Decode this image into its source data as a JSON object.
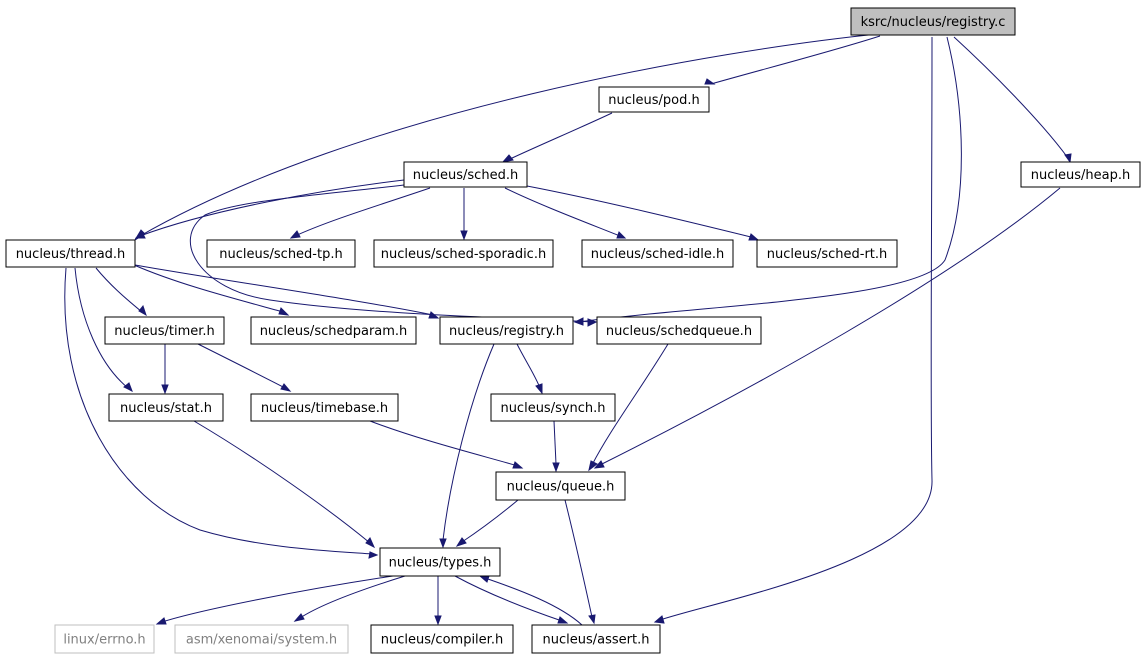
{
  "graph": {
    "title": "ksrc/nucleus/registry.c",
    "nodes": [
      {
        "id": "registry_c",
        "label": "ksrc/nucleus/registry.c"
      },
      {
        "id": "pod_h",
        "label": "nucleus/pod.h"
      },
      {
        "id": "sched_h",
        "label": "nucleus/sched.h"
      },
      {
        "id": "heap_h",
        "label": "nucleus/heap.h"
      },
      {
        "id": "thread_h",
        "label": "nucleus/thread.h"
      },
      {
        "id": "sched_tp_h",
        "label": "nucleus/sched-tp.h"
      },
      {
        "id": "sched_sporadic_h",
        "label": "nucleus/sched-sporadic.h"
      },
      {
        "id": "sched_idle_h",
        "label": "nucleus/sched-idle.h"
      },
      {
        "id": "sched_rt_h",
        "label": "nucleus/sched-rt.h"
      },
      {
        "id": "timer_h",
        "label": "nucleus/timer.h"
      },
      {
        "id": "schedparam_h",
        "label": "nucleus/schedparam.h"
      },
      {
        "id": "registry_h",
        "label": "nucleus/registry.h"
      },
      {
        "id": "schedqueue_h",
        "label": "nucleus/schedqueue.h"
      },
      {
        "id": "stat_h",
        "label": "nucleus/stat.h"
      },
      {
        "id": "timebase_h",
        "label": "nucleus/timebase.h"
      },
      {
        "id": "synch_h",
        "label": "nucleus/synch.h"
      },
      {
        "id": "queue_h",
        "label": "nucleus/queue.h"
      },
      {
        "id": "types_h",
        "label": "nucleus/types.h"
      },
      {
        "id": "errno_h",
        "label": "linux/errno.h"
      },
      {
        "id": "system_h",
        "label": "asm/xenomai/system.h"
      },
      {
        "id": "compiler_h",
        "label": "nucleus/compiler.h"
      },
      {
        "id": "assert_h",
        "label": "nucleus/assert.h"
      }
    ],
    "edges": [
      {
        "from": "registry_c",
        "to": "pod_h"
      },
      {
        "from": "registry_c",
        "to": "thread_h"
      },
      {
        "from": "registry_c",
        "to": "heap_h"
      },
      {
        "from": "registry_c",
        "to": "registry_h"
      },
      {
        "from": "registry_c",
        "to": "assert_h"
      },
      {
        "from": "pod_h",
        "to": "sched_h"
      },
      {
        "from": "sched_h",
        "to": "thread_h"
      },
      {
        "from": "sched_h",
        "to": "sched_tp_h"
      },
      {
        "from": "sched_h",
        "to": "sched_sporadic_h"
      },
      {
        "from": "sched_h",
        "to": "sched_idle_h"
      },
      {
        "from": "sched_h",
        "to": "sched_rt_h"
      },
      {
        "from": "sched_h",
        "to": "schedqueue_h"
      },
      {
        "from": "heap_h",
        "to": "queue_h"
      },
      {
        "from": "thread_h",
        "to": "timer_h"
      },
      {
        "from": "thread_h",
        "to": "schedparam_h"
      },
      {
        "from": "thread_h",
        "to": "registry_h"
      },
      {
        "from": "thread_h",
        "to": "stat_h"
      },
      {
        "from": "thread_h",
        "to": "types_h"
      },
      {
        "from": "timer_h",
        "to": "stat_h"
      },
      {
        "from": "timer_h",
        "to": "timebase_h"
      },
      {
        "from": "registry_h",
        "to": "synch_h"
      },
      {
        "from": "registry_h",
        "to": "types_h"
      },
      {
        "from": "schedqueue_h",
        "to": "queue_h"
      },
      {
        "from": "stat_h",
        "to": "types_h"
      },
      {
        "from": "timebase_h",
        "to": "queue_h"
      },
      {
        "from": "synch_h",
        "to": "queue_h"
      },
      {
        "from": "queue_h",
        "to": "types_h"
      },
      {
        "from": "queue_h",
        "to": "assert_h"
      },
      {
        "from": "types_h",
        "to": "errno_h"
      },
      {
        "from": "types_h",
        "to": "system_h"
      },
      {
        "from": "types_h",
        "to": "compiler_h"
      },
      {
        "from": "types_h",
        "to": "assert_h"
      },
      {
        "from": "assert_h",
        "to": "types_h"
      }
    ]
  }
}
